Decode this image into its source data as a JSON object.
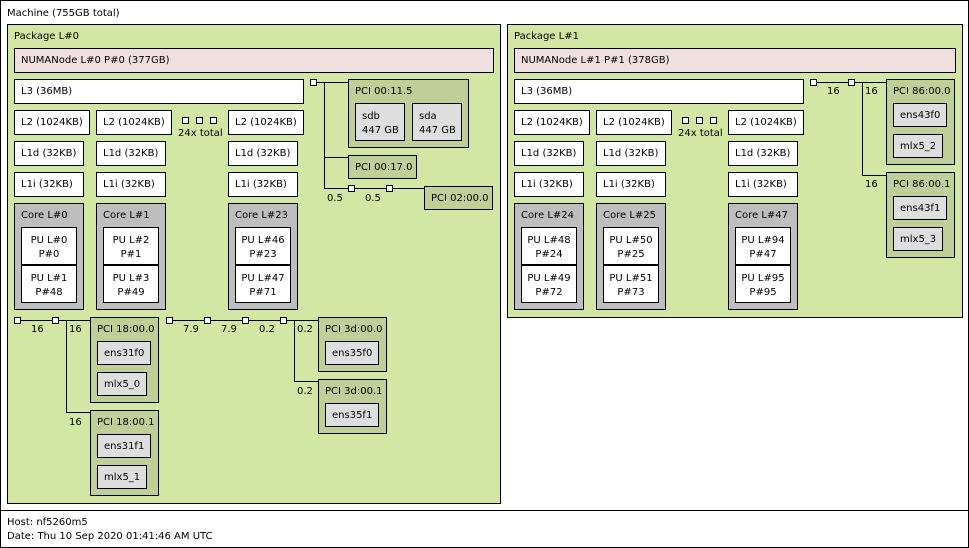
{
  "machine": {
    "label": "Machine (755GB total)"
  },
  "footer": {
    "host": "Host: nf5260m5",
    "date": "Date: Thu 10 Sep 2020 01:41:46 AM UTC"
  },
  "packages": [
    {
      "label": "Package L#0",
      "numa": "NUMANode L#0 P#0 (377GB)",
      "l3": "L3 (36MB)",
      "l2": [
        "L2 (1024KB)",
        "L2 (1024KB)",
        "L2 (1024KB)"
      ],
      "l1d": [
        "L1d (32KB)",
        "L1d (32KB)",
        "L1d (32KB)"
      ],
      "l1i": [
        "L1i (32KB)",
        "L1i (32KB)",
        "L1i (32KB)"
      ],
      "total": "24x total",
      "cores": [
        {
          "label": "Core L#0",
          "pus": [
            [
              "PU L#0",
              "P#0"
            ],
            [
              "PU L#1",
              "P#48"
            ]
          ]
        },
        {
          "label": "Core L#1",
          "pus": [
            [
              "PU L#2",
              "P#1"
            ],
            [
              "PU L#3",
              "P#49"
            ]
          ]
        },
        {
          "label": "Core L#23",
          "pus": [
            [
              "PU L#46",
              "P#23"
            ],
            [
              "PU L#47",
              "P#71"
            ]
          ]
        }
      ],
      "pci": [
        {
          "label": "PCI 00:11.5",
          "devices": [
            [
              "sdb",
              "447 GB"
            ],
            [
              "sda",
              "447 GB"
            ]
          ]
        },
        {
          "label": "PCI 00:17.0"
        },
        {
          "label": "PCI 02:00.0"
        },
        {
          "label": "PCI 18:00.0",
          "devices": [
            "ens31f0",
            "mlx5_0"
          ]
        },
        {
          "label": "PCI 18:00.1",
          "devices": [
            "ens31f1",
            "mlx5_1"
          ]
        },
        {
          "label": "PCI 3d:00.0",
          "devices": [
            "ens35f0"
          ]
        },
        {
          "label": "PCI 3d:00.1",
          "devices": [
            "ens35f1"
          ]
        }
      ],
      "link_labels": [
        "0.5",
        "0.5",
        "16",
        "16",
        "16",
        "7.9",
        "7.9",
        "0.2",
        "0.2",
        "0.2"
      ]
    },
    {
      "label": "Package L#1",
      "numa": "NUMANode L#1 P#1 (378GB)",
      "l3": "L3 (36MB)",
      "l2": [
        "L2 (1024KB)",
        "L2 (1024KB)",
        "L2 (1024KB)"
      ],
      "l1d": [
        "L1d (32KB)",
        "L1d (32KB)",
        "L1d (32KB)"
      ],
      "l1i": [
        "L1i (32KB)",
        "L1i (32KB)",
        "L1i (32KB)"
      ],
      "total": "24x total",
      "cores": [
        {
          "label": "Core L#24",
          "pus": [
            [
              "PU L#48",
              "P#24"
            ],
            [
              "PU L#49",
              "P#72"
            ]
          ]
        },
        {
          "label": "Core L#25",
          "pus": [
            [
              "PU L#50",
              "P#25"
            ],
            [
              "PU L#51",
              "P#73"
            ]
          ]
        },
        {
          "label": "Core L#47",
          "pus": [
            [
              "PU L#94",
              "P#47"
            ],
            [
              "PU L#95",
              "P#95"
            ]
          ]
        }
      ],
      "pci": [
        {
          "label": "PCI 86:00.0",
          "devices": [
            "ens43f0",
            "mlx5_2"
          ]
        },
        {
          "label": "PCI 86:00.1",
          "devices": [
            "ens43f1",
            "mlx5_3"
          ]
        }
      ],
      "link_labels": [
        "16",
        "16",
        "16"
      ]
    }
  ]
}
